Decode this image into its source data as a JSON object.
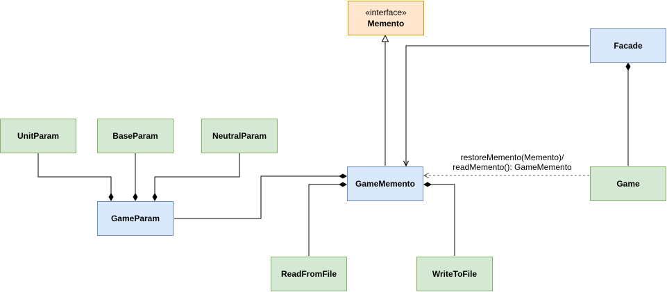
{
  "nodes": {
    "memento": {
      "stereotype": "«interface»",
      "name": "Memento"
    },
    "facade": {
      "name": "Facade"
    },
    "unit_param": {
      "name": "UnitParam"
    },
    "base_param": {
      "name": "BaseParam"
    },
    "neutral_param": {
      "name": "NeutralParam"
    },
    "game_param": {
      "name": "GameParam"
    },
    "game_memento": {
      "name": "GameMemento"
    },
    "game": {
      "name": "Game"
    },
    "read_from_file": {
      "name": "ReadFromFile"
    },
    "write_to_file": {
      "name": "WriteToFile"
    }
  },
  "edges": {
    "game_dependency": {
      "line1": "restoreMemento(Memento)/",
      "line2": "readMemento(): GameMemento"
    }
  },
  "colors": {
    "green_fill": "#d5e8d4",
    "green_stroke": "#82b366",
    "blue_fill": "#dae8fc",
    "blue_stroke": "#6c8ebf",
    "orange_fill": "#ffe6cc",
    "orange_stroke": "#d79b00",
    "edge": "#000000",
    "dashed_edge": "#666666"
  }
}
